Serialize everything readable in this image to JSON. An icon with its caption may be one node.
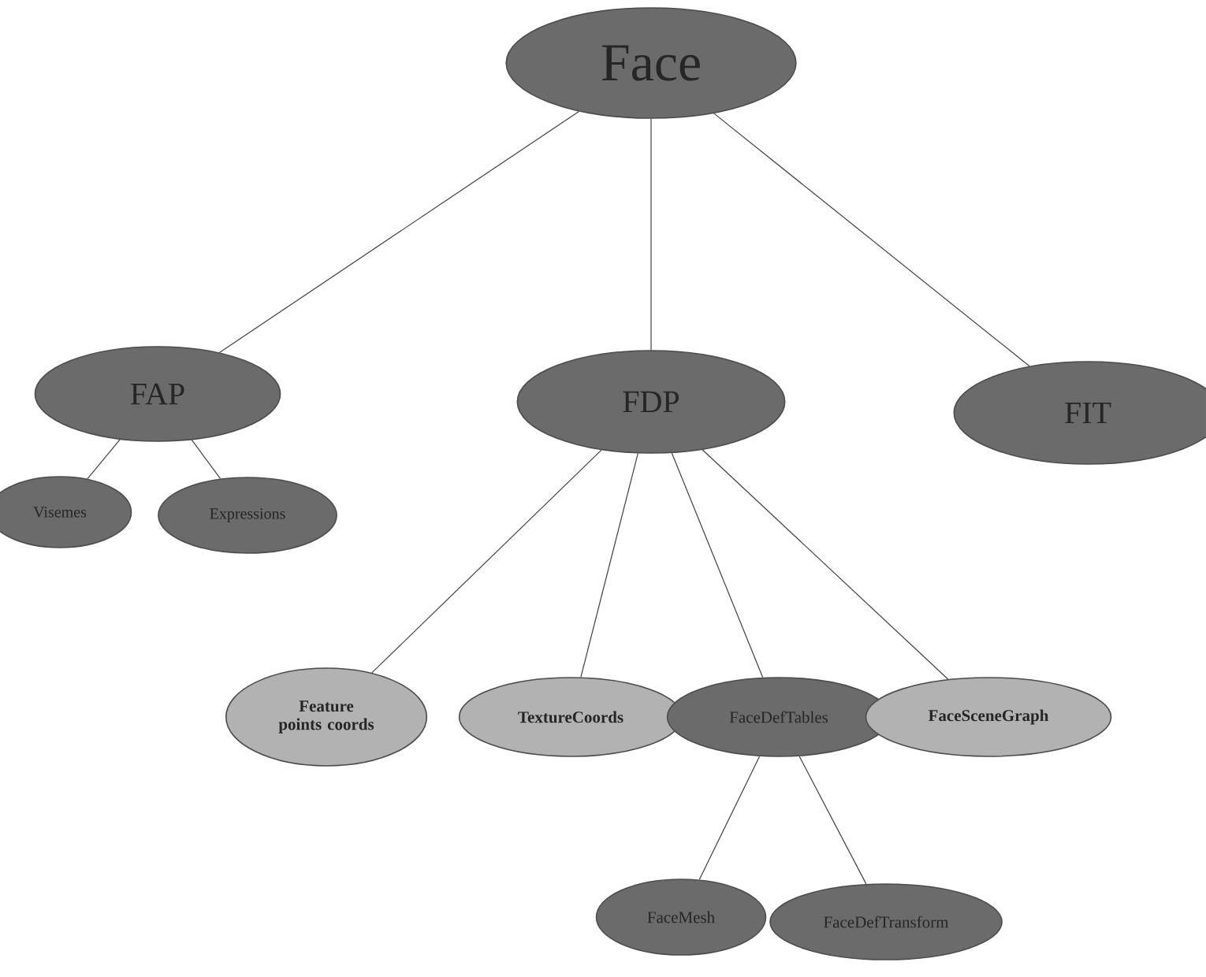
{
  "diagram": {
    "nodes": [
      {
        "text": [
          "Face"
        ]
      },
      {
        "text": [
          "FAP"
        ]
      },
      {
        "text": [
          "FDP"
        ]
      },
      {
        "text": [
          "FIT"
        ]
      },
      {
        "text": [
          "Visemes"
        ]
      },
      {
        "text": [
          "Expressions"
        ]
      },
      {
        "text": [
          "Feature points coords"
        ]
      },
      {
        "text": [
          "TextureCoords"
        ]
      },
      {
        "text": [
          "FaceDefTables"
        ]
      },
      {
        "text": [
          "FaceSceneGraph"
        ]
      },
      {
        "text": [
          "FaceMesh"
        ]
      },
      {
        "text": [
          "FaceDefTransform"
        ]
      }
    ],
    "edges": [
      {
        "from": 0,
        "to": 1,
        "arrow": "none"
      },
      {
        "from": 0,
        "to": 2,
        "arrow": "none"
      },
      {
        "from": 0,
        "to": 3,
        "arrow": "none"
      },
      {
        "from": 1,
        "to": 4,
        "arrow": "none"
      },
      {
        "from": 1,
        "to": 5,
        "arrow": "none"
      },
      {
        "from": 2,
        "to": 6,
        "arrow": "none"
      },
      {
        "from": 2,
        "to": 7,
        "arrow": "none"
      },
      {
        "from": 2,
        "to": 8,
        "arrow": "none"
      },
      {
        "from": 2,
        "to": 9,
        "arrow": "none"
      },
      {
        "from": 8,
        "to": 10,
        "arrow": "none"
      },
      {
        "from": 8,
        "to": 11,
        "arrow": "none"
      }
    ]
  }
}
